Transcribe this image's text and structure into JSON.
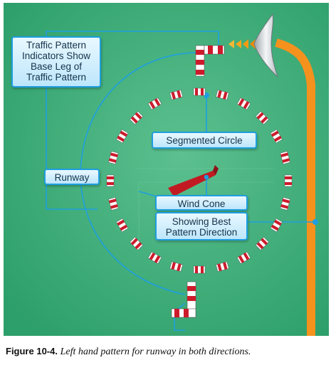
{
  "callouts": {
    "traffic_pattern": [
      "Traffic Pattern",
      "Indicators Show",
      "Base Leg of",
      "Traffic Pattern"
    ],
    "segmented_circle": "Segmented Circle",
    "runway": "Runway",
    "wind_cone": "Wind Cone",
    "pattern_direction": [
      "Showing Best",
      "Pattern Direction"
    ]
  },
  "caption": {
    "figure_label": "Figure 10-4.",
    "text": "Left hand pattern for runway in both directions."
  },
  "colors": {
    "background": "#3fb07a",
    "runway": "#f5921e",
    "callout_border": "#1e9fe0",
    "marker_red": "#cc1b2b"
  },
  "icons": [
    "segmented-circle-marker",
    "traffic-pattern-indicator",
    "wind-cone",
    "airplane-icon"
  ]
}
